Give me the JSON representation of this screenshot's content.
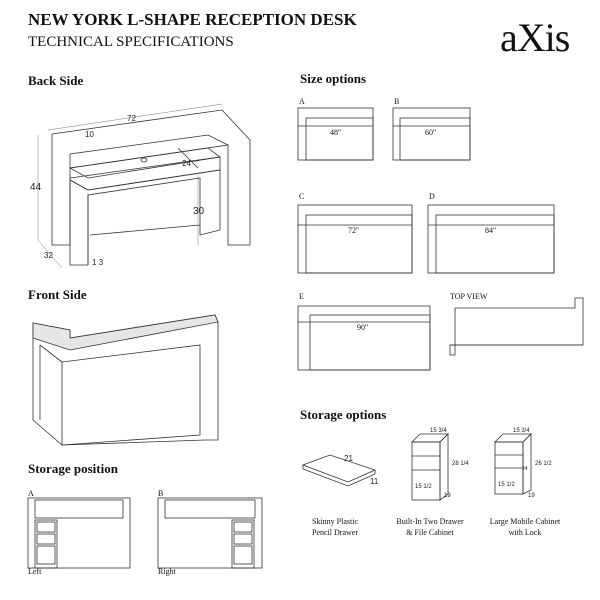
{
  "header": {
    "title": "NEW YORK L-SHAPE RECEPTION DESK",
    "subtitle": "TECHNICAL SPECIFICATIONS",
    "logo": "aXis"
  },
  "back_side": {
    "heading": "Back Side",
    "dims": {
      "width": "72",
      "depth_top": "10",
      "desk_depth": "24",
      "height": "44",
      "desk_height": "30",
      "depth": "32",
      "toe": "1 3"
    }
  },
  "front_side": {
    "heading": "Front Side"
  },
  "storage_position": {
    "heading": "Storage position",
    "options": [
      {
        "letter": "A",
        "label": "Left"
      },
      {
        "letter": "B",
        "label": "Right"
      }
    ]
  },
  "size_options": {
    "heading": "Size options",
    "options": [
      {
        "letter": "A",
        "size": "48''"
      },
      {
        "letter": "B",
        "size": "60''"
      },
      {
        "letter": "C",
        "size": "72''"
      },
      {
        "letter": "D",
        "size": "84''"
      },
      {
        "letter": "E",
        "size": "90''"
      }
    ],
    "top_view_label": "TOP VIEW"
  },
  "storage_options": {
    "heading": "Storage options",
    "items": [
      {
        "caption_line1": "Skinny Plastic",
        "caption_line2": "Pencil Drawer",
        "dims": [
          "21",
          "11"
        ]
      },
      {
        "caption_line1": "Built-In Two Drawer",
        "caption_line2": "& File Cabinet",
        "dims": [
          "15 3/4",
          "28 1/4",
          "15 1/2",
          "19"
        ]
      },
      {
        "caption_line1": "Large Mobile Cabinet",
        "caption_line2": "with Lock",
        "dims": [
          "15 3/4",
          "26 1/2",
          "24",
          "15 1/2",
          "19"
        ]
      }
    ]
  }
}
